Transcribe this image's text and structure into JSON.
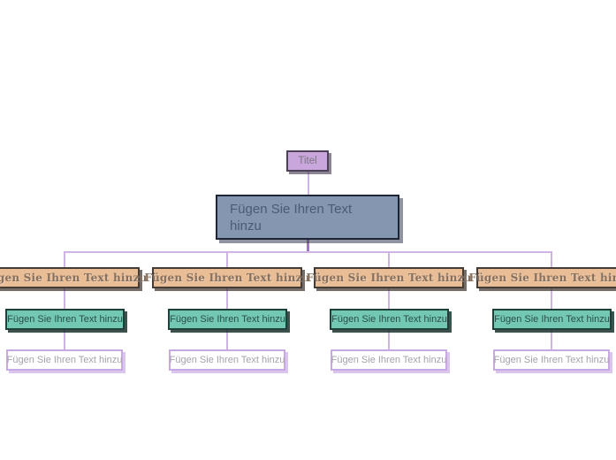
{
  "app": {
    "canvas_background": "#ffffff",
    "diagram_type": "mindmap-org-chart"
  },
  "palette": {
    "root_fill": "#c9a6dc",
    "root_border": "#4e4259",
    "root_text": "#7b7680",
    "main_fill": "#8597b0",
    "main_border": "#1d2536",
    "main_text": "#4a5c74",
    "topic_fill": "#e9be97",
    "topic_border": "#453c36",
    "topic_text": "#86705f",
    "subtopic_fill": "#73c8b4",
    "subtopic_border": "#1e423a",
    "subtopic_text": "#2b4f48",
    "note_fill": "#ffffff",
    "note_border": "#c9a9e1",
    "note_text": "#a5a2ac",
    "connector_light": "#cdb4e3",
    "connector_dark": "#9d77c7"
  },
  "map": {
    "root": {
      "label": "Titel"
    },
    "main": {
      "label": "Fügen Sie Ihren Text hinzu"
    },
    "branches": [
      {
        "topic": {
          "label": "Fügen Sie Ihren Text hinzu"
        },
        "subtopic": {
          "label": "Fügen Sie Ihren Text hinzu"
        },
        "note": {
          "label": "Fügen Sie Ihren Text hinzu"
        }
      },
      {
        "topic": {
          "label": "Fügen Sie Ihren Text hinzu"
        },
        "subtopic": {
          "label": "Fügen Sie Ihren Text hinzu"
        },
        "note": {
          "label": "Fügen Sie Ihren Text hinzu"
        }
      },
      {
        "topic": {
          "label": "Fügen Sie Ihren Text hinzu"
        },
        "subtopic": {
          "label": "Fügen Sie Ihren Text hinzu"
        },
        "note": {
          "label": "Fügen Sie Ihren Text hinzu"
        }
      },
      {
        "topic": {
          "label": "Fügen Sie Ihren Text hinzu"
        },
        "subtopic": {
          "label": "Fügen Sie Ihren Text hinzu"
        },
        "note": {
          "label": "Fügen Sie Ihren Text hinzu"
        }
      }
    ]
  }
}
